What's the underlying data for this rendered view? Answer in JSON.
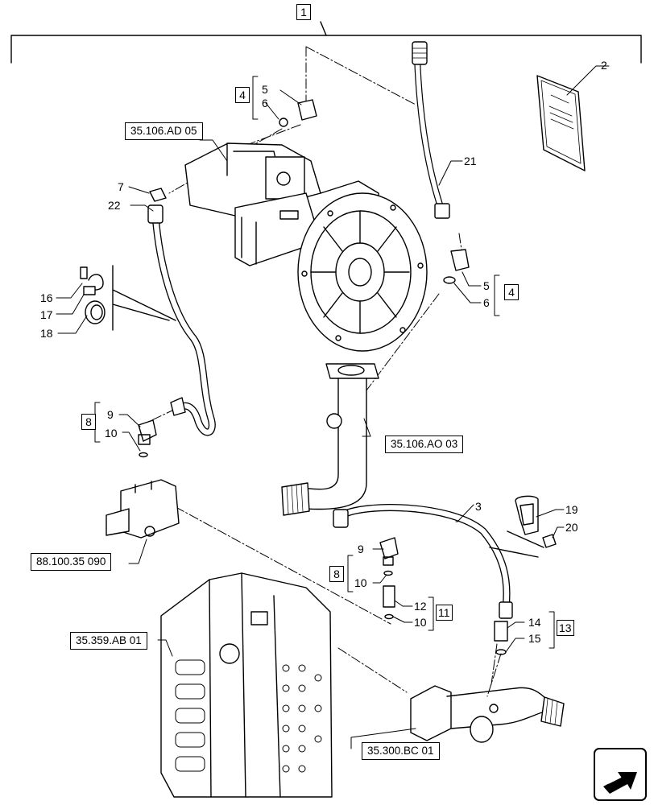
{
  "assembly": {
    "number": "1"
  },
  "parts": {
    "p2": "2",
    "p3": "3",
    "p5a": "5",
    "p6a": "6",
    "p7": "7",
    "p22": "22",
    "p16": "16",
    "p17": "17",
    "p18": "18",
    "p9a": "9",
    "p10a": "10",
    "p21": "21",
    "p5b": "5",
    "p6b": "6",
    "p19": "19",
    "p20": "20",
    "p9b": "9",
    "p10b": "10",
    "p12": "12",
    "p10c": "10",
    "p14": "14",
    "p15": "15"
  },
  "kits": {
    "k4a": "4",
    "k4b": "4",
    "k8a": "8",
    "k8b": "8",
    "k11": "11",
    "k13": "13"
  },
  "references": {
    "pump": "35.106.AD 05",
    "inlet_tube": "35.106.AO 03",
    "valve_small": "88.100.35 090",
    "control_valve": "35.359.AB 01",
    "outlet_tube": "35.300.BC 01"
  },
  "icons": {
    "nav": "next-page-arrow-icon",
    "manual": "booklet-icon"
  }
}
